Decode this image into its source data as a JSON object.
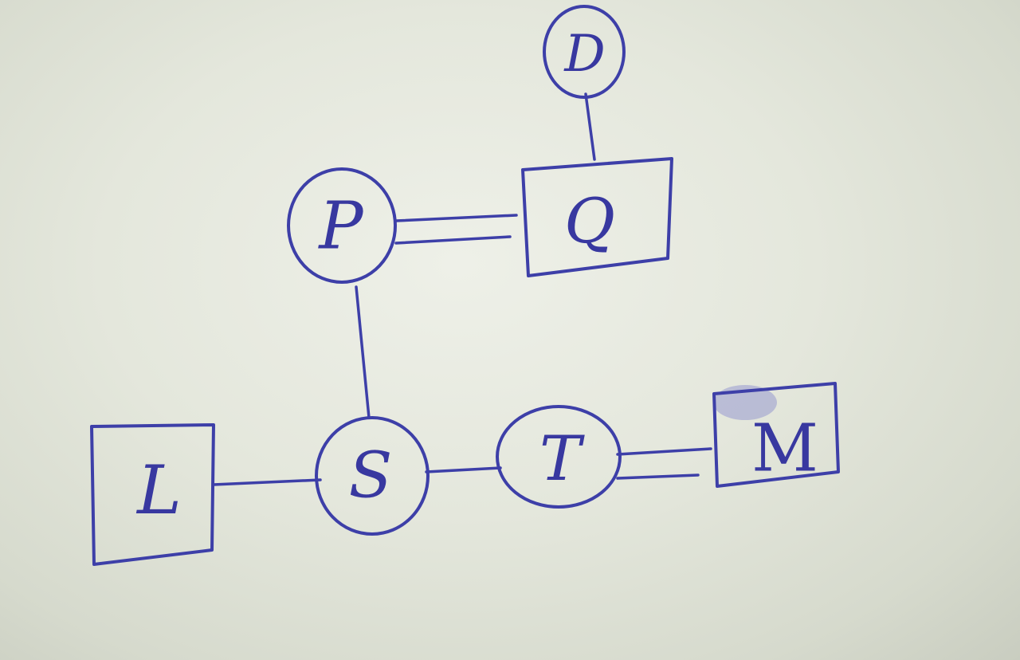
{
  "nodes": [
    {
      "id": "D",
      "label": "D",
      "shape": "circle"
    },
    {
      "id": "Q",
      "label": "Q",
      "shape": "rectangle"
    },
    {
      "id": "P",
      "label": "P",
      "shape": "circle"
    },
    {
      "id": "S",
      "label": "S",
      "shape": "circle"
    },
    {
      "id": "T",
      "label": "T",
      "shape": "circle"
    },
    {
      "id": "L",
      "label": "L",
      "shape": "rectangle"
    },
    {
      "id": "M",
      "label": "M",
      "shape": "rectangle"
    }
  ],
  "edges": [
    {
      "from": "Q",
      "to": "D",
      "style": "single"
    },
    {
      "from": "P",
      "to": "Q",
      "style": "double"
    },
    {
      "from": "P",
      "to": "S",
      "style": "single"
    },
    {
      "from": "L",
      "to": "S",
      "style": "single"
    },
    {
      "from": "S",
      "to": "T",
      "style": "single"
    },
    {
      "from": "T",
      "to": "M",
      "style": "double"
    }
  ],
  "colors": {
    "ink": "#3d3fa8",
    "paper": "#e6e9df"
  }
}
